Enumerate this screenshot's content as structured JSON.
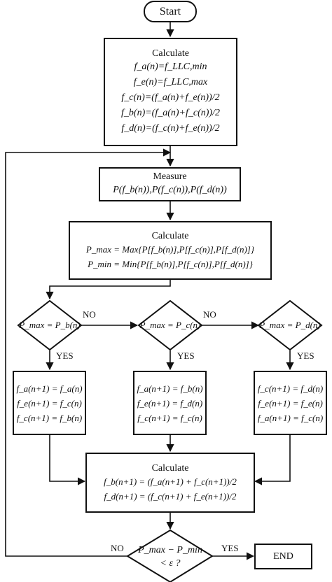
{
  "start_label": "Start",
  "end_label": "END",
  "init_block": {
    "title": "Calculate",
    "lines": [
      "f_a(n)=f_LLC,min",
      "f_e(n)=f_LLC,max",
      "f_c(n)=(f_a(n)+f_e(n))/2",
      "f_b(n)=(f_a(n)+f_c(n))/2",
      "f_d(n)=(f_c(n)+f_e(n))/2"
    ]
  },
  "measure_block": {
    "title": "Measure",
    "line": "P(f_b(n)),P(f_c(n)),P(f_d(n))"
  },
  "minmax_block": {
    "title": "Calculate",
    "lines": [
      "P_max = Max{P[f_b(n)],P[f_c(n)],P[f_d(n)]}",
      "P_min = Min{P[f_b(n)],P[f_c(n)],P[f_d(n)]}"
    ]
  },
  "decisions": [
    {
      "condition": "P_max = P_b(n)",
      "no_label": "NO",
      "yes_label": "YES"
    },
    {
      "condition": "P_max = P_c(n)",
      "no_label": "NO",
      "yes_label": "YES"
    },
    {
      "condition": "P_max = P_d(n)",
      "yes_label": "YES"
    }
  ],
  "update_blocks": [
    [
      "f_a(n+1) = f_a(n)",
      "f_e(n+1) = f_c(n)",
      "f_c(n+1) = f_b(n)"
    ],
    [
      "f_a(n+1) = f_b(n)",
      "f_e(n+1) = f_d(n)",
      "f_c(n+1) = f_c(n)"
    ],
    [
      "f_c(n+1) = f_d(n)",
      "f_e(n+1) = f_e(n)",
      "f_a(n+1) = f_c(n)"
    ]
  ],
  "recalc_block": {
    "title": "Calculate",
    "lines": [
      "f_b(n+1) = (f_a(n+1) + f_c(n+1))/2",
      "f_d(n+1) = (f_c(n+1) + f_e(n+1))/2"
    ]
  },
  "final_decision": {
    "line1": "P_max − P_min",
    "line2": "< ε ?",
    "no_label": "NO",
    "yes_label": "YES"
  }
}
